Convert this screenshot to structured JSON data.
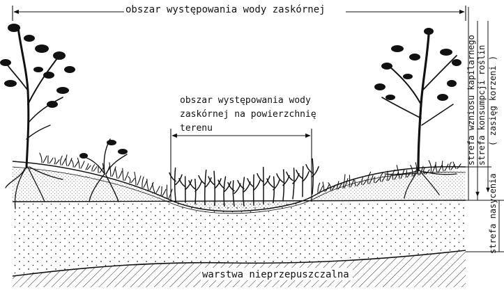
{
  "diagram": {
    "top_label": "obszar  występowania  wody  zaskórnej",
    "middle_label": {
      "line1": "obszar  występowania wody",
      "line2": "zaskórnej  na  powierzchnię",
      "line3": "terenu"
    },
    "bottom_label": "warstwa     nieprzepuszczalna",
    "right_labels": {
      "capillary": "strefa  wzniosu  kapilarnego",
      "consumption": "strefa  konsumpcji  roślin",
      "roots": "( zasięg  korzeni )",
      "saturation": "strefa nasycenia"
    }
  },
  "colors": {
    "ink": "#111111",
    "paper": "#ffffff"
  }
}
